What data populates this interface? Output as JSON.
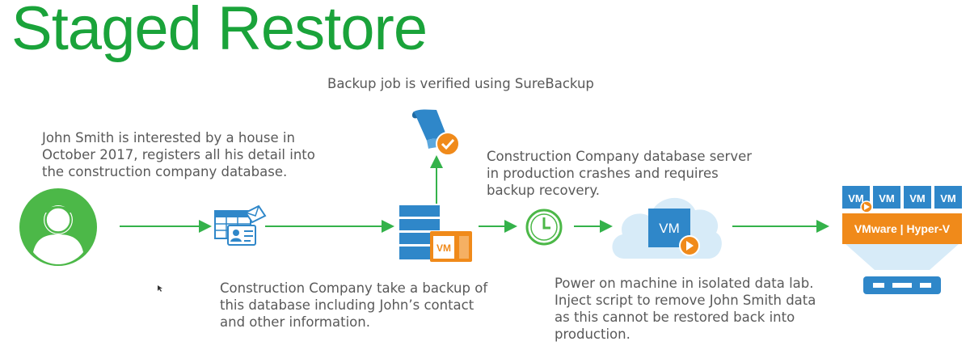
{
  "title": "Staged Restore",
  "steps": {
    "surebackup": "Backup job is verified using SureBackup",
    "customer": [
      "John Smith is interested by a house in",
      "October 2017, registers all his detail into",
      "the construction company  database."
    ],
    "backup": [
      "Construction Company take a backup of",
      "this database including John’s contact",
      "and other information."
    ],
    "crash": [
      "Construction Company database server",
      "in production crashes and requires",
      "backup recovery."
    ],
    "datalab": [
      "Power on machine in isolated data lab.",
      "Inject script to remove John Smith data",
      "as this cannot be restored back into",
      "production."
    ]
  },
  "vm_label": "VM",
  "hypervisor_label": "VMware | Hyper-V",
  "vm_grid": [
    "VM",
    "VM",
    "VM",
    "VM"
  ],
  "colors": {
    "green": "#1aa33a",
    "arrow_green": "#34b24a",
    "avatar_green": "#4cb848",
    "blue": "#2f87c9",
    "orange": "#f08a1a",
    "cloud": "#d7ebf8"
  },
  "icons": [
    "person-icon",
    "database-contact-icon",
    "server-stack-icon",
    "scroll-check-icon",
    "clock-icon",
    "cloud-vm-icon",
    "hypervisor-icon"
  ]
}
